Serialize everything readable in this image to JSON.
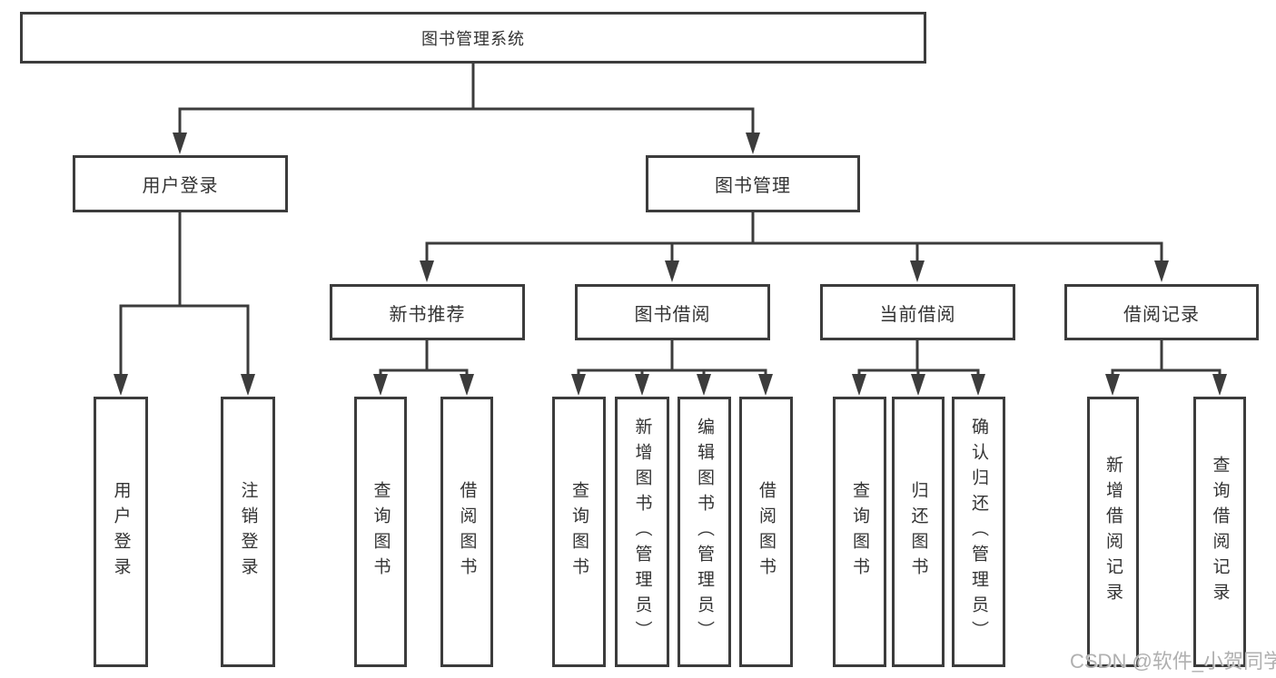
{
  "diagram": {
    "tree": {
      "root": "图书管理系统",
      "branches": [
        {
          "label": "用户登录",
          "children": [
            {
              "label": "用户登录"
            },
            {
              "label": "注销登录"
            }
          ]
        },
        {
          "label": "图书管理",
          "children": [
            {
              "label": "新书推荐",
              "children": [
                {
                  "label": "查询图书"
                },
                {
                  "label": "借阅图书"
                }
              ]
            },
            {
              "label": "图书借阅",
              "children": [
                {
                  "label": "查询图书"
                },
                {
                  "label": "新增图书（管理员）"
                },
                {
                  "label": "编辑图书（管理员）"
                },
                {
                  "label": "借阅图书"
                }
              ]
            },
            {
              "label": "当前借阅",
              "children": [
                {
                  "label": "查询图书"
                },
                {
                  "label": "归还图书"
                },
                {
                  "label": "确认归还（管理员）"
                }
              ]
            },
            {
              "label": "借阅记录",
              "children": [
                {
                  "label": "新增借阅记录"
                },
                {
                  "label": "查询借阅记录"
                }
              ]
            }
          ]
        }
      ]
    },
    "watermark": "CSDN @软件_小贺同学",
    "colors": {
      "line": "#3c3c3c",
      "text": "#333333",
      "watermark": "#b0b0b0",
      "background": "#ffffff"
    }
  }
}
